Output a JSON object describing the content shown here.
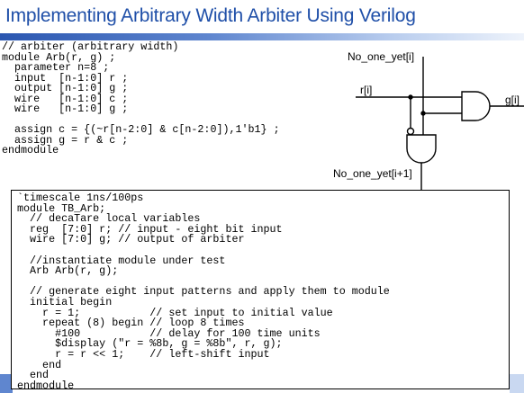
{
  "title": "Implementing Arbitrary Width Arbiter Using Verilog",
  "verilog_code": "// arbiter (arbitrary width)\nmodule Arb(r, g) ;\n  parameter n=8 ;\n  input  [n-1:0] r ;\n  output [n-1:0] g ;\n  wire   [n-1:0] c ;\n  wire   [n-1:0] g ;\n\n  assign c = {(~r[n-2:0] & c[n-2:0]),1'b1} ;\n  assign g = r & c ;\nendmodule",
  "testbench_code": "`timescale 1ns/100ps\nmodule TB_Arb;\n  // decaTare local variables\n  reg  [7:0] r; // input - eight bit input\n  wire [7:0] g; // output of arbiter\n\n  //instantiate module under test\n  Arb Arb(r, g);\n\n  // generate eight input patterns and apply them to module\n  initial begin\n    r = 1;           // set input to initial value\n    repeat (8) begin // loop 8 times\n      #100           // delay for 100 time units\n      $display (\"r = %8b, g = %8b\", r, g);\n      r = r << 1;    // left-shift input\n    end\n  end\nendmodule",
  "circuit": {
    "label_no_one_yet_i": "No_one_yet[i]",
    "label_r_i": "r[i]",
    "label_g_i": "g[i]",
    "label_no_one_yet_i1": "No_one_yet[i+1]"
  },
  "colors": {
    "title": "#1f4fa8",
    "accent": "#2a56b0"
  }
}
